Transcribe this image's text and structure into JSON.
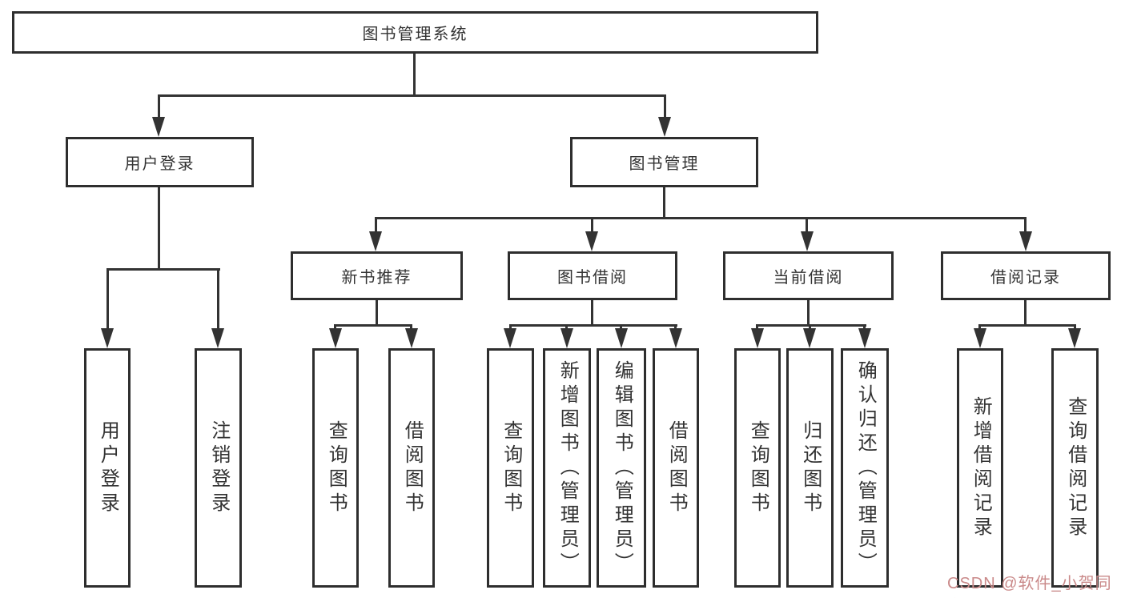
{
  "tree": {
    "label": "图书管理系统",
    "children": [
      {
        "label": "用户登录",
        "children": [
          {
            "label": "用户登录"
          },
          {
            "label": "注销登录"
          }
        ]
      },
      {
        "label": "图书管理",
        "children": [
          {
            "label": "新书推荐",
            "children": [
              {
                "label": "查询图书"
              },
              {
                "label": "借阅图书"
              }
            ]
          },
          {
            "label": "图书借阅",
            "children": [
              {
                "label": "查询图书"
              },
              {
                "label": "新增图书（管理员）"
              },
              {
                "label": "编辑图书（管理员）"
              },
              {
                "label": "借阅图书"
              }
            ]
          },
          {
            "label": "当前借阅",
            "children": [
              {
                "label": "查询图书"
              },
              {
                "label": "归还图书"
              },
              {
                "label": "确认归还（管理员）"
              }
            ]
          },
          {
            "label": "借阅记录",
            "children": [
              {
                "label": "新增借阅记录"
              },
              {
                "label": "查询借阅记录"
              }
            ]
          }
        ]
      }
    ]
  },
  "watermark": {
    "text": "CSDN @软件_小贺同学",
    "color": "#ca8a8a"
  },
  "colors": {
    "line": "#333333",
    "box_border": "#2e2e2e",
    "text": "#333333",
    "background": "#ffffff"
  }
}
